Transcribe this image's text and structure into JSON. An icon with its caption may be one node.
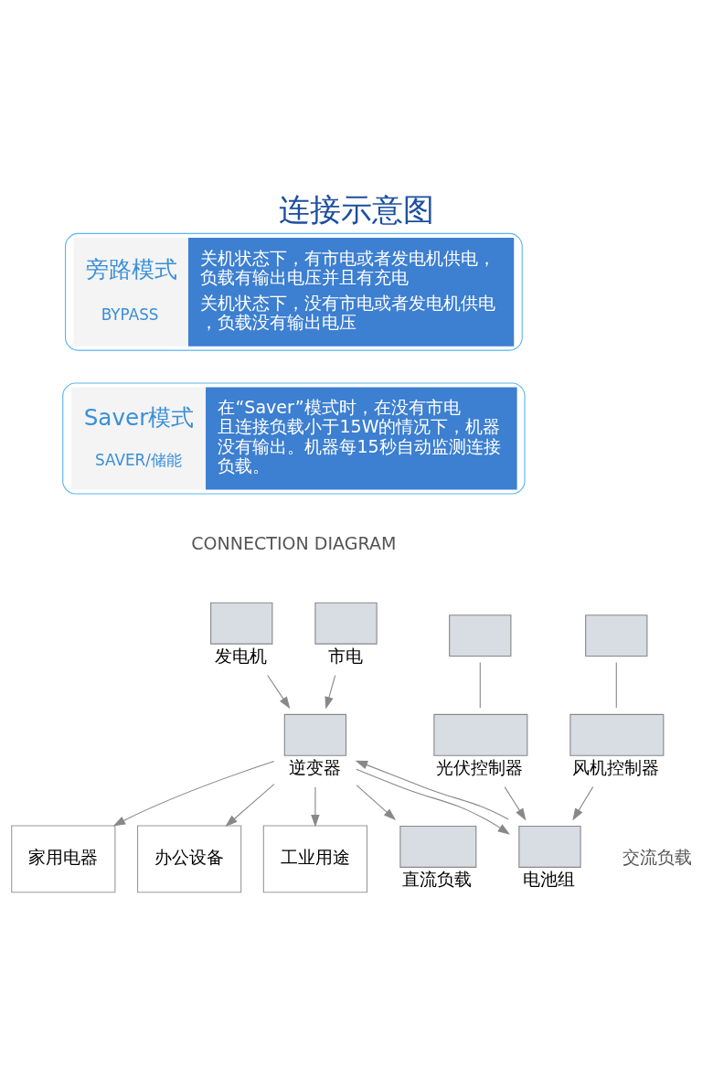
{
  "diagram": {
    "title": "连接示意图",
    "nodes": [
      {
        "text": [
          "旁路模式",
          "BYPASS",
          "关机状态下，有市电或者发电机供电，负载有输出电压并且有充电",
          "关机状态下，没有市电或者发电机供电，负载没有输出电压"
        ]
      },
      {
        "text": [
          "Saver模式",
          "SAVER/储能",
          "在“Saver”模式时，在没有市电且连接负载小于15W的情况下，机器没有输出。机器每15秒自动监测连接负载。"
        ]
      },
      {
        "text": [],
        "shape": "box",
        "beside": [
          "发电机"
        ]
      },
      {
        "text": [],
        "shape": "box",
        "beside": [
          "市电"
        ]
      },
      {
        "text": [],
        "shape": "box",
        "beside": [
          "逆变器"
        ]
      },
      {
        "text": [
          "家用电器"
        ]
      },
      {
        "text": [
          "办公设备"
        ]
      },
      {
        "text": [
          "工业用途"
        ]
      },
      {
        "text": [],
        "shape": "box"
      },
      {
        "text": [],
        "shape": "box",
        "beside": [
          "光伏控制器"
        ]
      },
      {
        "text": [],
        "shape": "box"
      },
      {
        "text": [],
        "shape": "box",
        "beside": [
          "风机控制器"
        ]
      },
      {
        "text": [],
        "shape": "box",
        "beside": [
          "电池组"
        ]
      },
      {
        "text": [],
        "shape": "box",
        "beside": [
          "直流负载"
        ]
      }
    ],
    "edges": [
      {
        "from": 2,
        "to": 4,
        "arrow": "to"
      },
      {
        "from": 3,
        "to": 4,
        "arrow": "to"
      },
      {
        "from": 4,
        "to": 5,
        "arrow": "to"
      },
      {
        "from": 4,
        "to": 6,
        "arrow": "to"
      },
      {
        "from": 4,
        "to": 7,
        "arrow": "to"
      },
      {
        "from": 8,
        "to": 9,
        "arrow": "none"
      },
      {
        "from": 10,
        "to": 11,
        "arrow": "none"
      },
      {
        "from": 9,
        "to": 12,
        "arrow": "to"
      },
      {
        "from": 11,
        "to": 12,
        "arrow": "to"
      },
      {
        "from": 4,
        "to": 12,
        "arrow": "to"
      },
      {
        "from": 12,
        "to": 4,
        "arrow": "to"
      },
      {
        "from": 4,
        "to": 13,
        "arrow": "to"
      }
    ],
    "labels": [
      "CONNECTION DIAGRAM",
      "交流负载"
    ]
  }
}
